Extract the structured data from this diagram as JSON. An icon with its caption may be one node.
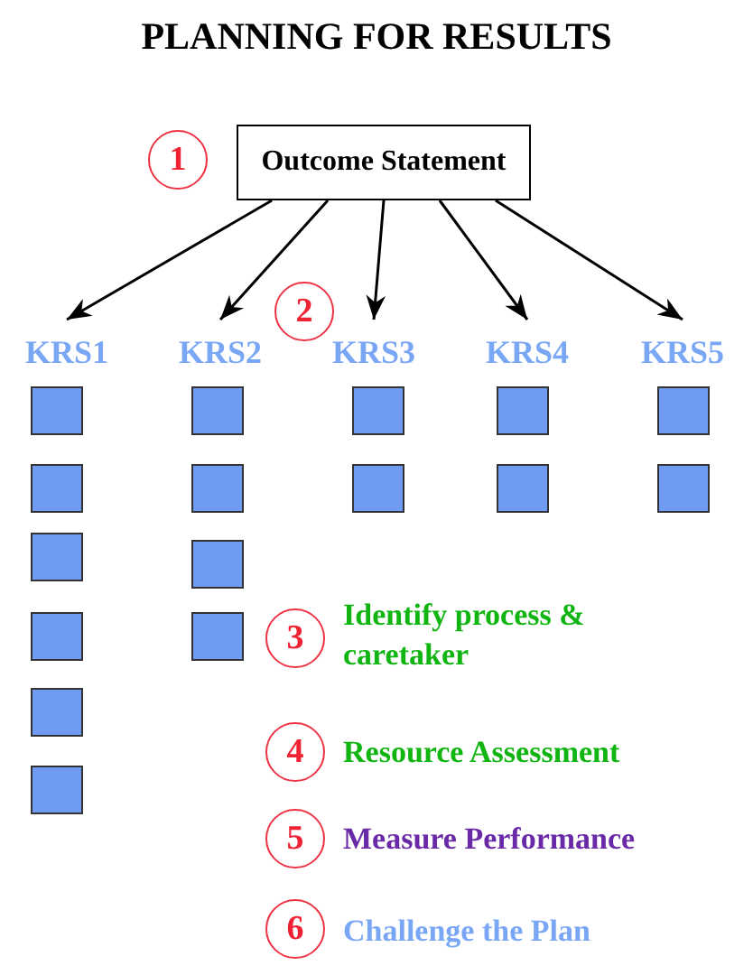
{
  "diagram": {
    "title": "PLANNING FOR RESULTS",
    "nodes": [
      {
        "text": [
          "1"
        ]
      },
      {
        "text": [
          "Outcome Statement"
        ]
      },
      {
        "text": [
          "KRS1"
        ]
      },
      {
        "text": [
          "KRS2"
        ]
      },
      {
        "text": [
          "2"
        ]
      },
      {
        "text": [
          "KRS3"
        ]
      },
      {
        "text": [
          "KRS4"
        ]
      },
      {
        "text": [
          "KRS5"
        ]
      },
      {
        "text": [],
        "shape": "box"
      },
      {
        "text": [],
        "shape": "box"
      },
      {
        "text": [],
        "shape": "box"
      },
      {
        "text": [],
        "shape": "box"
      },
      {
        "text": [],
        "shape": "box"
      },
      {
        "text": [],
        "shape": "box"
      },
      {
        "text": [],
        "shape": "box"
      },
      {
        "text": [],
        "shape": "box"
      },
      {
        "text": [],
        "shape": "box"
      },
      {
        "text": [],
        "shape": "box"
      },
      {
        "text": [],
        "shape": "box"
      },
      {
        "text": [],
        "shape": "box"
      },
      {
        "text": [],
        "shape": "box"
      },
      {
        "text": [],
        "shape": "box"
      },
      {
        "text": [],
        "shape": "box"
      },
      {
        "text": [],
        "shape": "box"
      },
      {
        "text": [
          "3"
        ],
        "beside": [
          "Identify process & caretaker"
        ]
      },
      {
        "text": [
          "4"
        ],
        "beside": [
          "Resource Assessment"
        ]
      },
      {
        "text": [
          "5"
        ],
        "beside": [
          "Measure Performance"
        ]
      },
      {
        "text": [
          "6"
        ],
        "beside": [
          "Challenge the Plan"
        ]
      }
    ],
    "edges": [
      {
        "from": 1,
        "to": 2,
        "arrow": "to"
      },
      {
        "from": 1,
        "to": 3,
        "arrow": "to"
      },
      {
        "from": 1,
        "to": 5,
        "arrow": "to"
      },
      {
        "from": 1,
        "to": 6,
        "arrow": "to"
      },
      {
        "from": 1,
        "to": 7,
        "arrow": "to"
      }
    ]
  }
}
